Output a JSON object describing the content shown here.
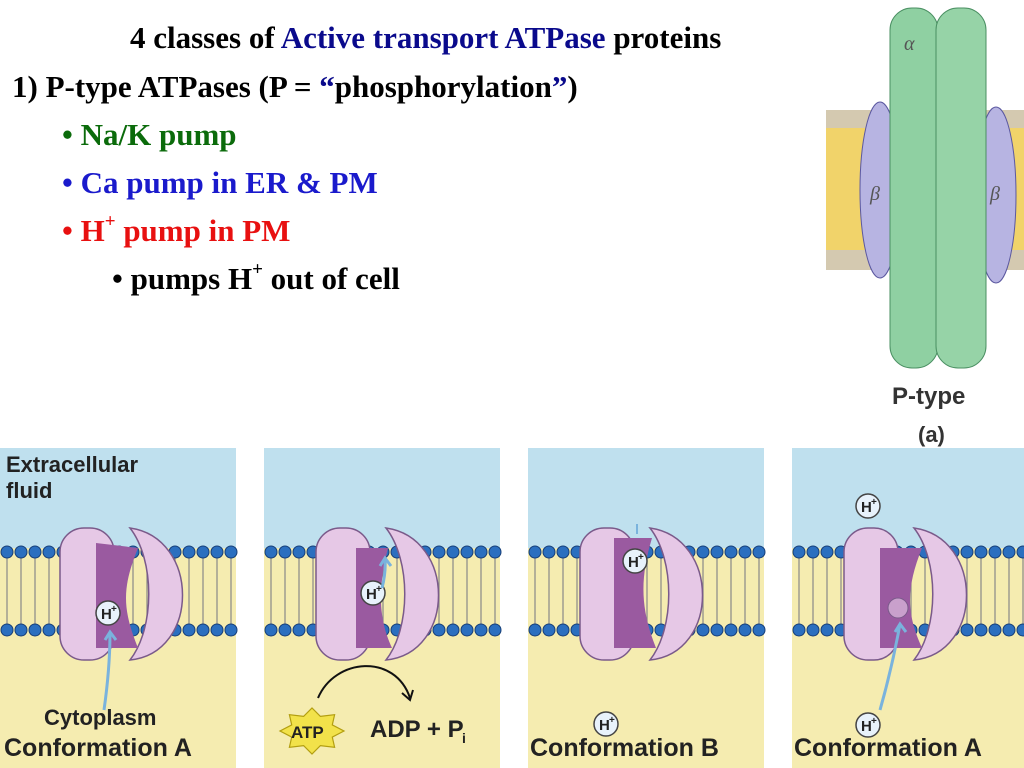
{
  "title": {
    "prefix": "4 classes of ",
    "highlight": "Active transport ATPase",
    "suffix": " proteins",
    "highlight_color": "#0a0a8c"
  },
  "section1": {
    "text_before": "1) P-type ATPases (P = ",
    "open_quote": "“",
    "quoted": "phosphorylation",
    "close_quote": "”",
    "text_after": ")"
  },
  "bullets": [
    {
      "bullet": "•",
      "text": "Na/K pump",
      "color": "#0b6b0b"
    },
    {
      "bullet": "•",
      "text": "Ca pump in ER & PM",
      "color": "#1a1acc"
    },
    {
      "bullet": "•",
      "ion": "H",
      "sup": "+",
      "text": " pump in PM",
      "color": "#e81010"
    }
  ],
  "sub_bullet": {
    "bullet": "•",
    "pre": "pumps H",
    "sup": "+",
    "post": " out of cell"
  },
  "protein_image": {
    "subunit_alpha": "α",
    "subunit_beta": "β",
    "caption": "P-type",
    "panel": "(a)"
  },
  "diagram": {
    "extracellular_label": "Extracellular\nfluid",
    "cytoplasm_label": "Cytoplasm",
    "ion_label": "H",
    "ion_sup": "+",
    "atp_label": "ATP",
    "adp_label": "ADP + P",
    "adp_sub": "i",
    "panels": [
      "Conformation A",
      "",
      "Conformation B",
      "Conformation A"
    ]
  },
  "colors": {
    "extracellular": "#bfe0ee",
    "cytoplasm": "#f5ecb0",
    "membrane_head": "#2b6fbf",
    "protein": "#e6c8e6",
    "channel": "#9a5aa0",
    "atp_star": "#f2e24a"
  }
}
